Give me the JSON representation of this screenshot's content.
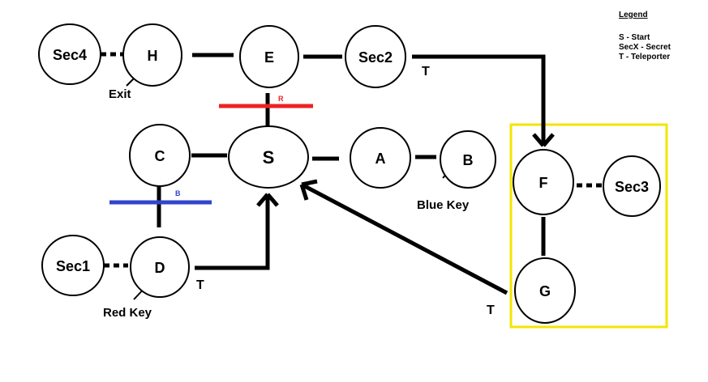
{
  "nodes": {
    "sec4": "Sec4",
    "h": "H",
    "e": "E",
    "sec2": "Sec2",
    "c": "C",
    "s": "S",
    "a": "A",
    "b": "B",
    "f": "F",
    "sec3": "Sec3",
    "sec1": "Sec1",
    "d": "D",
    "g": "G"
  },
  "annotations": {
    "exit": "Exit",
    "blue_key": "Blue Key",
    "red_key": "Red Key",
    "teleporter_sec2": "T",
    "teleporter_d": "T",
    "teleporter_g": "T"
  },
  "doors": {
    "red": {
      "label": "R",
      "color": "#ee2222"
    },
    "blue": {
      "label": "B",
      "color": "#3344cc"
    }
  },
  "legend": {
    "title": "Legend",
    "items": [
      "S - Start",
      "SecX - Secret",
      "T - Teleporter"
    ]
  },
  "colors": {
    "line": "#000000",
    "highlight_box": "#f2e600"
  }
}
